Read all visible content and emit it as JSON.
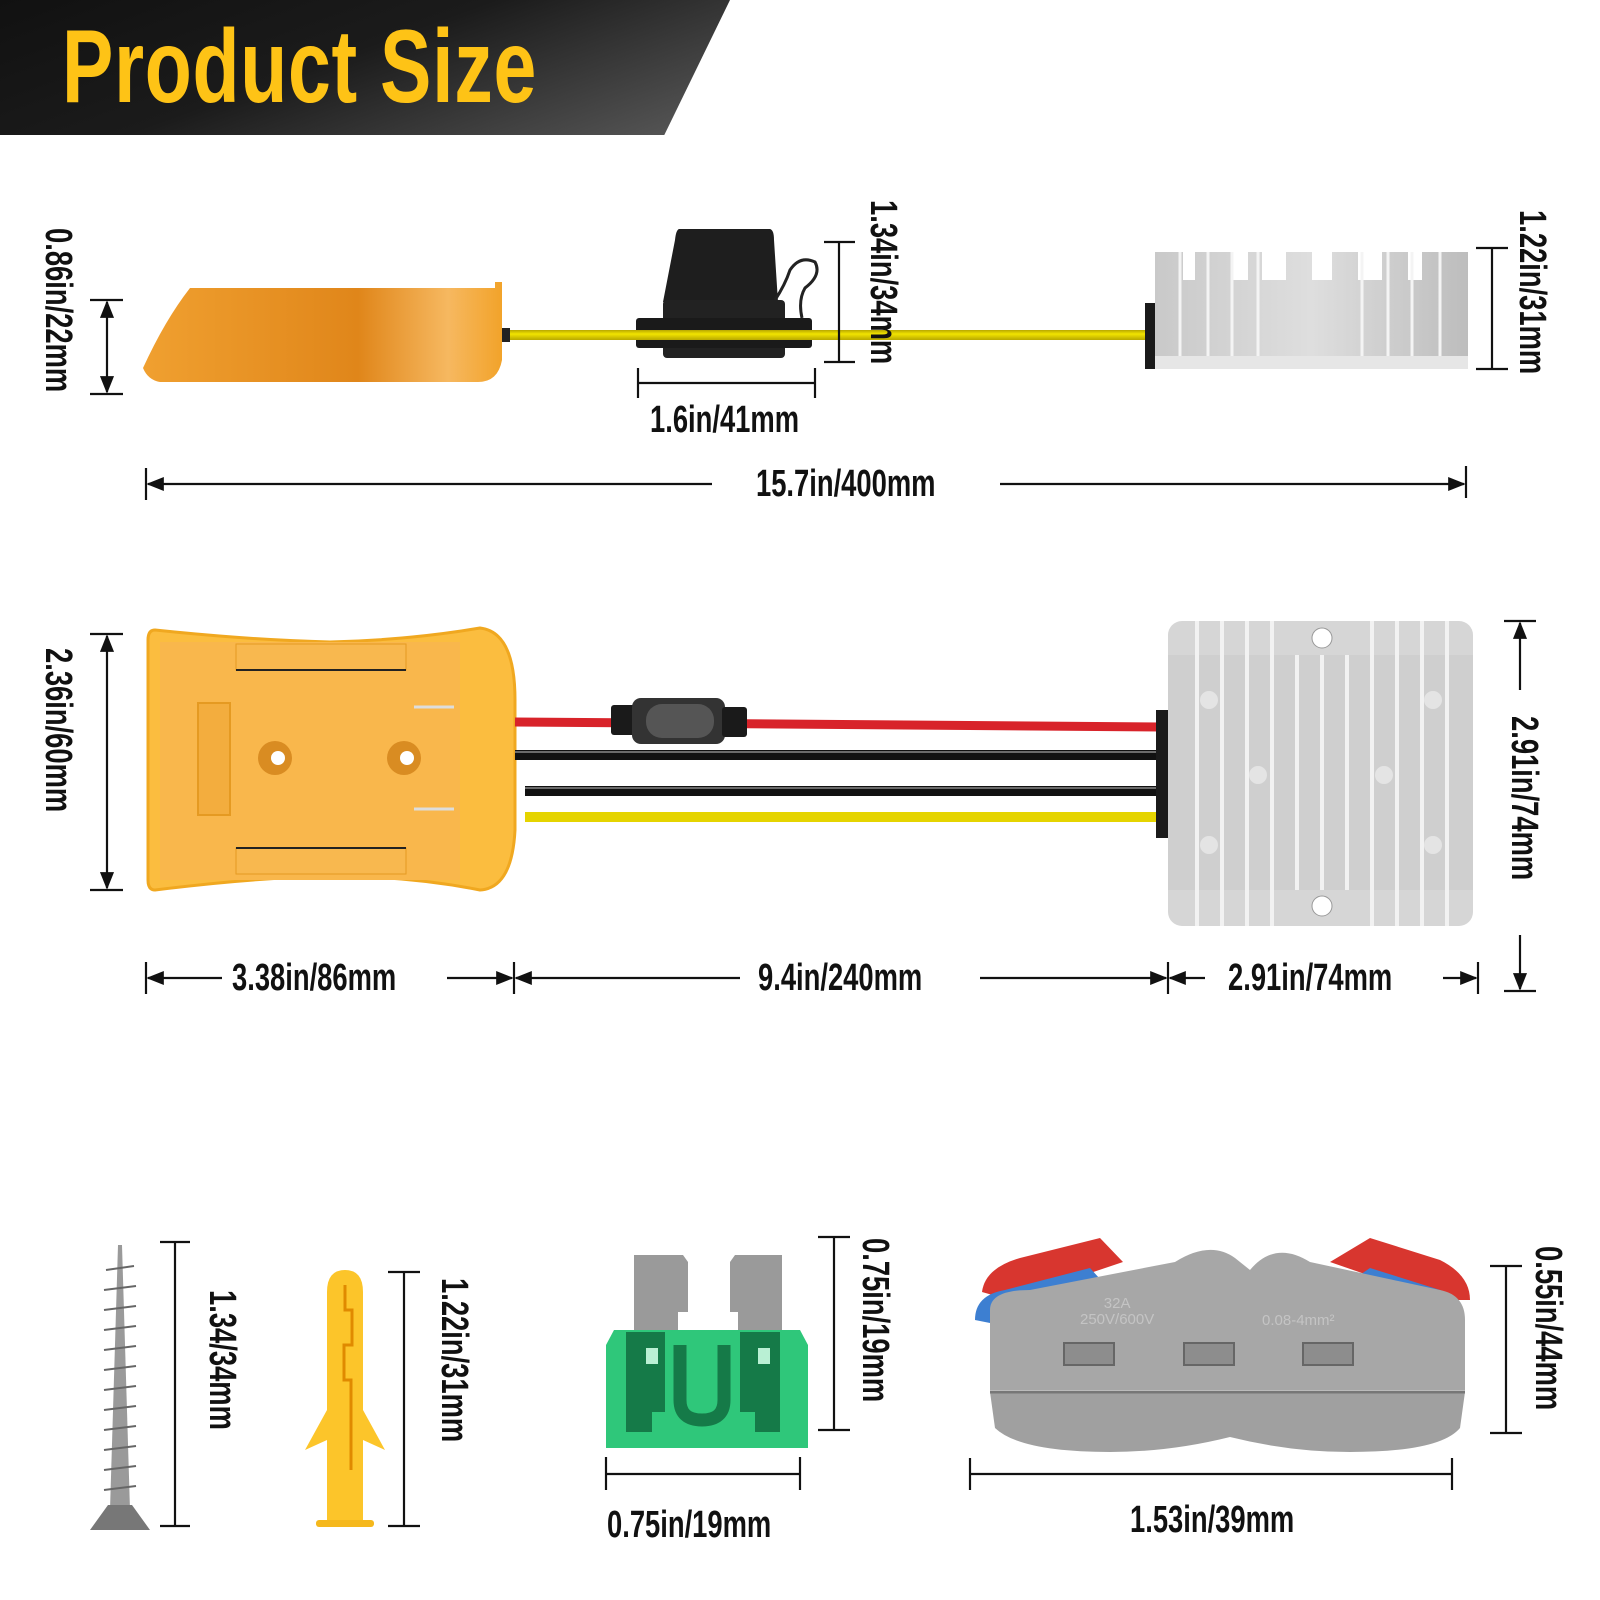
{
  "header": {
    "title": "Product Size",
    "title_color": "#fec316",
    "banner_color": "#1a1a1a"
  },
  "side_view": {
    "adapter_height": "0.86in/22mm",
    "fuse_holder_height": "1.34in/34mm",
    "fuse_holder_width": "1.6in/41mm",
    "converter_height": "1.22in/31mm",
    "total_length": "15.7in/400mm"
  },
  "top_view": {
    "adapter_height": "2.36in/60mm",
    "adapter_width": "3.38in/86mm",
    "cable_length": "9.4in/240mm",
    "converter_width": "2.91in/74mm",
    "converter_height": "2.91in/74mm",
    "wire_colors": [
      "#d8232a",
      "#111111",
      "#111111",
      "#e5d400"
    ]
  },
  "accessories": {
    "screw": {
      "name": "screw",
      "length": "1.34/34mm"
    },
    "anchor": {
      "name": "wall anchor",
      "length": "1.22in/31mm"
    },
    "fuse": {
      "name": "blade fuse",
      "height": "0.75in/19mm",
      "width": "0.75in/19mm",
      "color": "#2fc77a"
    },
    "connector": {
      "name": "lever wire connector",
      "height": "0.55in/44mm",
      "width": "1.53in/39mm",
      "marking_left_1": "32A",
      "marking_left_2": "250V/600V",
      "marking_right": "0.08-4mm²"
    }
  }
}
